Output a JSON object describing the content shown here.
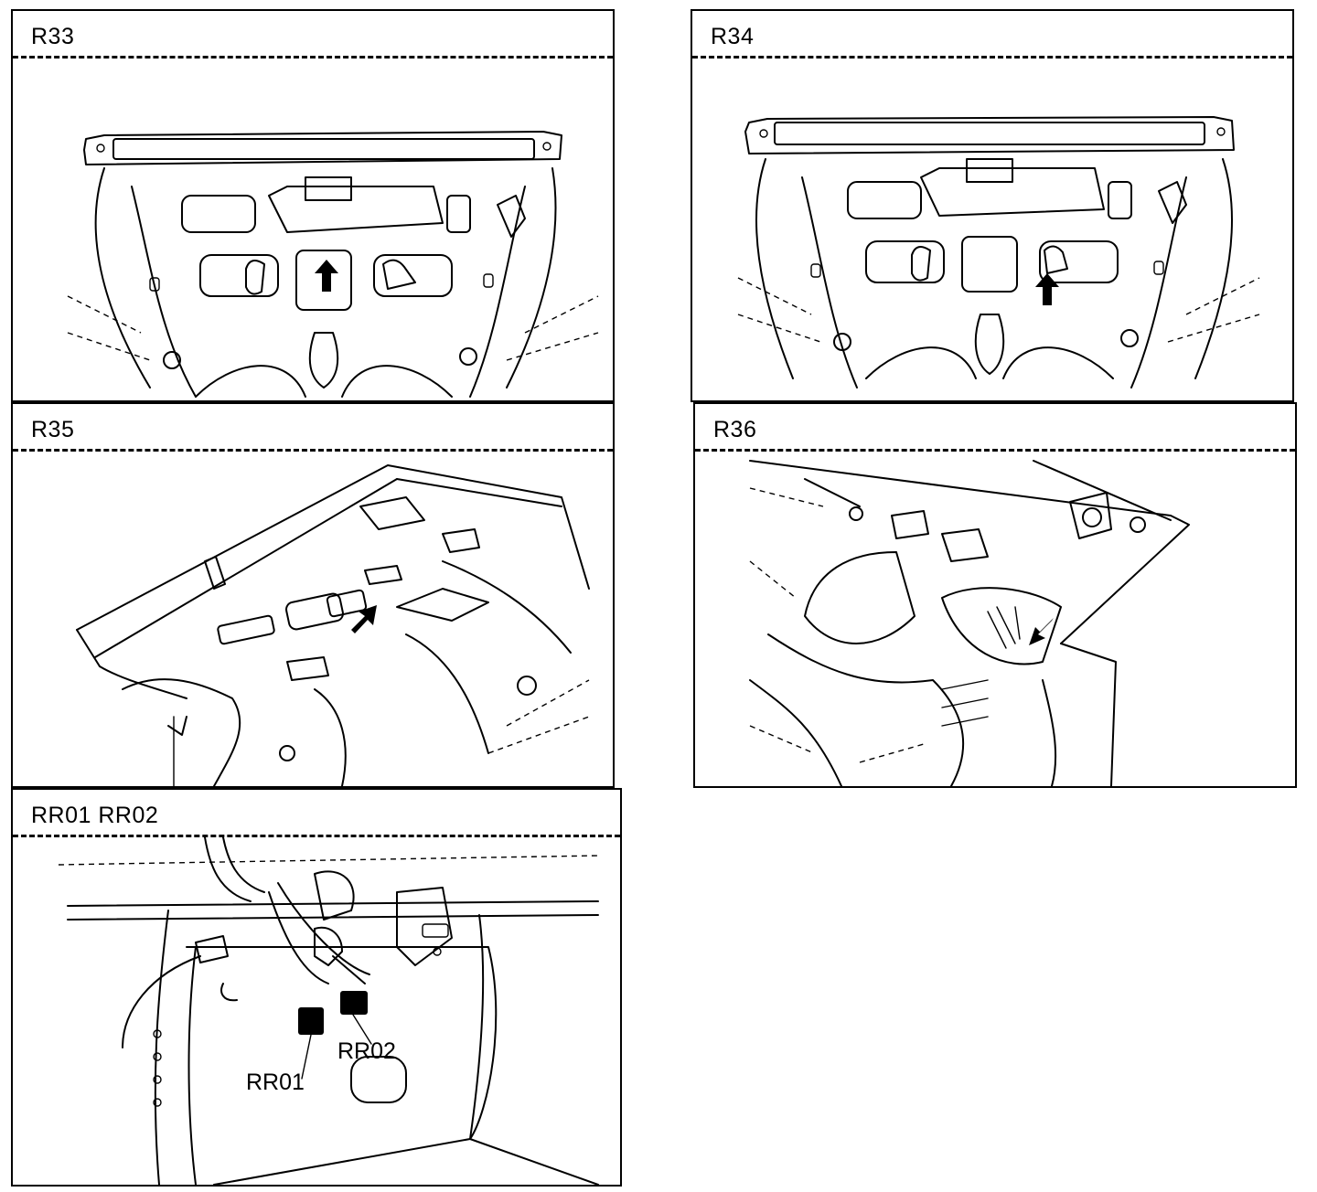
{
  "panels": [
    {
      "id": "r33",
      "code": "R33"
    },
    {
      "id": "r34",
      "code": "R34"
    },
    {
      "id": "r35",
      "code": "R35"
    },
    {
      "id": "r36",
      "code": "R36"
    },
    {
      "id": "rr",
      "code": "RR01  RR02"
    }
  ],
  "callouts": {
    "rr01": "RR01",
    "rr02": "RR02"
  },
  "colors": {
    "ink": "#000000",
    "paper": "#ffffff"
  }
}
